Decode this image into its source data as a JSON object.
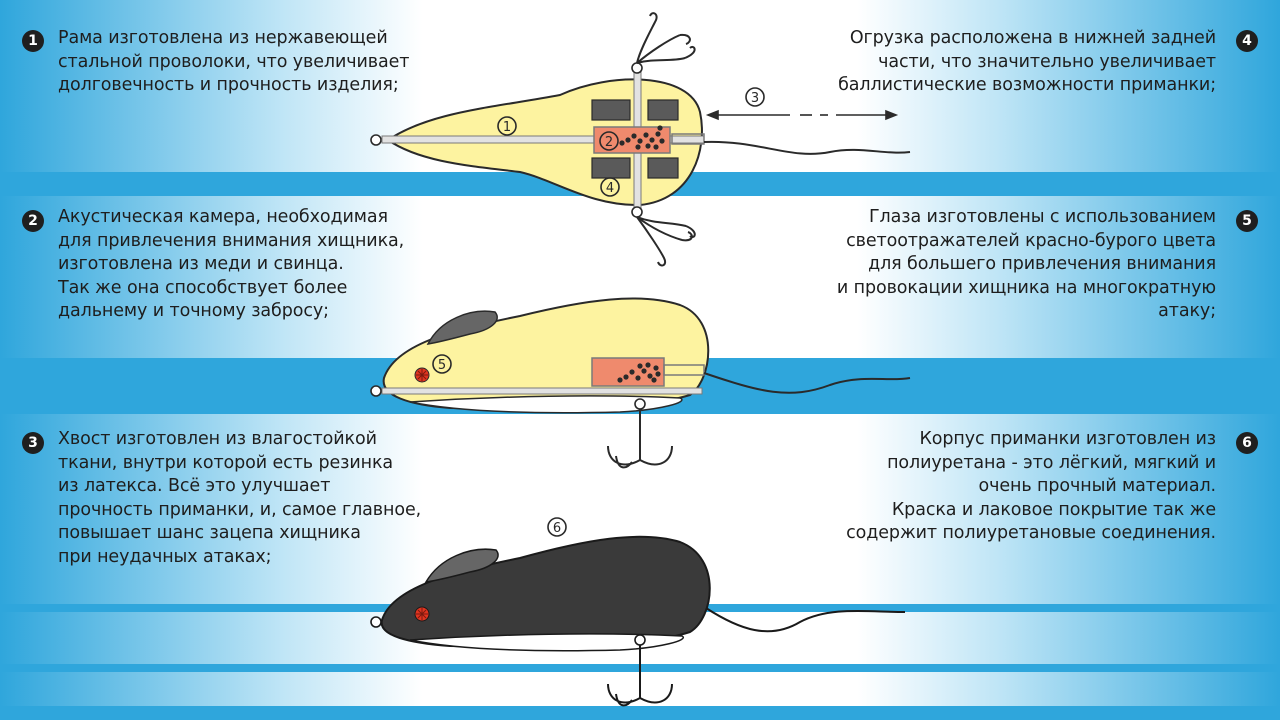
{
  "notes": [
    {
      "number": "1",
      "lines": [
        "Рама изготовлена из нержавеющей",
        "стальной проволоки, что увеличивает",
        "долговечность и прочность изделия;"
      ]
    },
    {
      "number": "2",
      "lines": [
        "Акустическая камера, необходимая",
        "для привлечения внимания хищника,",
        "изготовлена из меди и свинца.",
        "Так же она способствует более",
        "дальнему и точному забросу;"
      ]
    },
    {
      "number": "3",
      "lines": [
        "Хвост изготовлен из влагостойкой",
        "ткани, внутри которой есть резинка",
        "из латекса. Всё это улучшает",
        "прочность приманки, и, самое главное,",
        "повышает шанс зацепа хищника",
        "при неудачных атаках;"
      ]
    },
    {
      "number": "4",
      "lines": [
        "Огрузка расположена в нижней задней",
        "части, что значительно увеличивает",
        "баллистические возможности приманки;"
      ]
    },
    {
      "number": "5",
      "lines": [
        "Глаза изготовлены с использованием",
        "светоотражателей красно-бурого цвета",
        "для большего привлечения внимания",
        "и провокации хищника на многократную",
        "атаку;"
      ]
    },
    {
      "number": "6",
      "lines": [
        "Корпус приманки изготовлен из",
        "полиуретана - это лёгкий, мягкий и",
        "очень прочный материал.",
        "Краска и лаковое покрытие так же",
        "содержит полиуретановые соединения."
      ]
    }
  ],
  "callouts": {
    "c1": "1",
    "c2": "2",
    "c3": "3",
    "c4": "4",
    "c5": "5",
    "c6": "6"
  },
  "colors": {
    "stripe": "#2fa6dc",
    "band_light": "#d6eef9",
    "body_yellow": "#fdf3a0",
    "body_dark": "#3a3a3a",
    "chamber": "#ef8a6d",
    "weight": "#5a5a5a",
    "eye": "#e0341f",
    "belly": "#ffffff"
  }
}
